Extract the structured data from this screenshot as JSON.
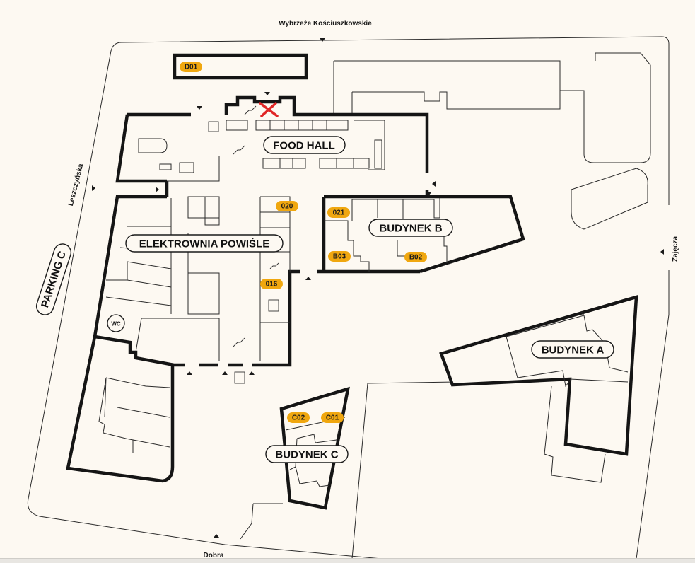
{
  "map": {
    "streets": {
      "north": "Wybrzeże Kościuszkowskie",
      "west": "Leszczyńska",
      "east": "Zajęcza",
      "south": "Dobra"
    },
    "parking": "PARKING C",
    "buildings": {
      "food_hall": "FOOD HALL",
      "elektrownia": "ELEKTROWNIA POWIŚLE",
      "budynek_a": "BUDYNEK A",
      "budynek_b": "BUDYNEK B",
      "budynek_c": "BUDYNEK C"
    },
    "wc": "WC",
    "units": {
      "d01": "D01",
      "u020": "020",
      "u021": "021",
      "b03": "B03",
      "b02": "B02",
      "u016": "016",
      "c02": "C02",
      "c01": "C01"
    },
    "colors": {
      "background": "#fdf9f2",
      "badge": "#f0a70f",
      "closed_marker": "#e02626",
      "walls": "#151515"
    }
  }
}
